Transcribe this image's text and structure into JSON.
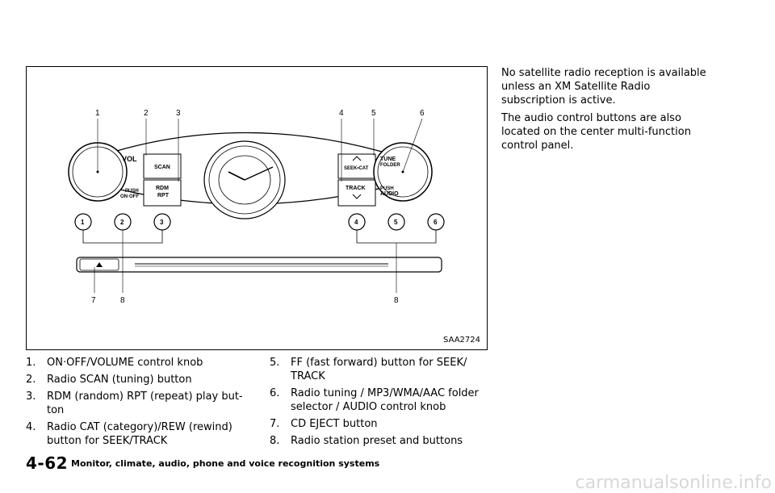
{
  "figure": {
    "id": "SAA2724",
    "callouts": {
      "c1": "1",
      "c2": "2",
      "c3": "3",
      "c4": "4",
      "c5": "5",
      "c6": "6",
      "c7": "7",
      "c8a": "8",
      "c8b": "8"
    },
    "labels": {
      "vol": "VOL",
      "push_on_off_1": "PUSH",
      "push_on_off_2": "ON·OFF",
      "scan": "SCAN",
      "rdm": "RDM",
      "rpt": "RPT",
      "seek_cat": "SEEK•CAT",
      "track": "TRACK",
      "tune": "TUNE",
      "folder": "FOLDER",
      "push_audio_1": "PUSH",
      "push_audio_2": "AUDIO"
    },
    "presets": [
      "1",
      "2",
      "3",
      "4",
      "5",
      "6"
    ]
  },
  "list_left": [
    {
      "num": "1.",
      "text": "ON·OFF/VOLUME control knob"
    },
    {
      "num": "2.",
      "text": "Radio SCAN (tuning) button"
    },
    {
      "num": "3.",
      "text": "RDM (random) RPT (repeat) play but-ton"
    },
    {
      "num": "4.",
      "text": "Radio CAT (category)/REW (rewind) button for SEEK/TRACK"
    }
  ],
  "list_right": [
    {
      "num": "5.",
      "text": "FF (fast forward) button for SEEK/ TRACK"
    },
    {
      "num": "6.",
      "text": "Radio tuning / MP3/WMA/AAC folder selector / AUDIO control knob"
    },
    {
      "num": "7.",
      "text": "CD EJECT button"
    },
    {
      "num": "8.",
      "text": "Radio station preset and buttons"
    }
  ],
  "paragraphs": [
    "No satellite radio reception is available unless an XM Satellite Radio subscription is active.",
    "The audio control buttons are also located on the center multi-function control panel."
  ],
  "footer": {
    "page": "4-62",
    "title": "Monitor, climate, audio, phone and voice recognition systems"
  },
  "watermark": "carmanualsonline.info"
}
